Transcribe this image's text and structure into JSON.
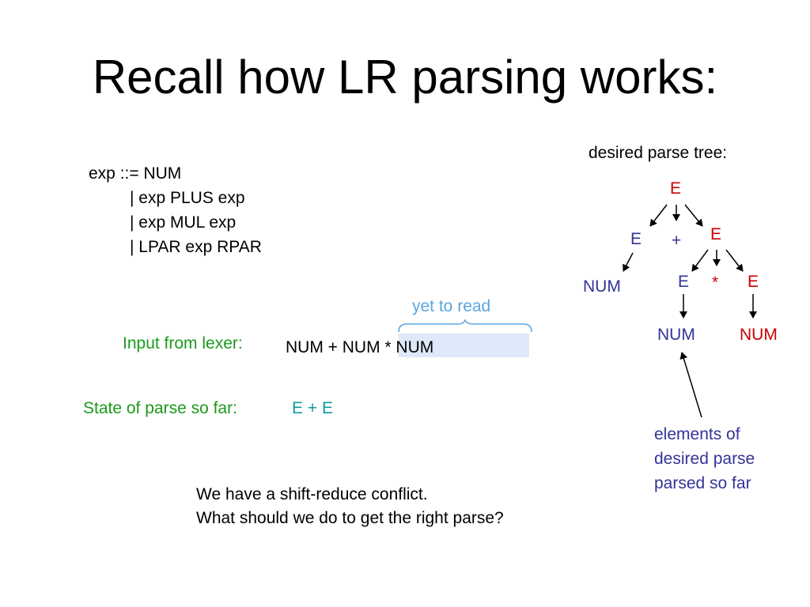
{
  "title": "Recall how LR parsing works:",
  "grammar": {
    "lines": [
      "exp ::= NUM",
      "| exp PLUS exp",
      "| exp MUL exp",
      "| LPAR exp RPAR"
    ]
  },
  "input": {
    "label": "Input from lexer:",
    "read_part": "NUM + NUM",
    "unread_part": " * NUM",
    "yet_label": "yet to read"
  },
  "state": {
    "label": "State of parse so far:",
    "value": "E + E"
  },
  "conflict": {
    "line1": "We have a shift-reduce conflict.",
    "line2": "What should we do to get the right parse?"
  },
  "tree": {
    "title": "desired parse tree:",
    "root": "E",
    "left_e": "E",
    "plus": "+",
    "right_e": "E",
    "num_left": "NUM",
    "mid_e": "E",
    "star": "*",
    "right_e2": "E",
    "num_mid": "NUM",
    "num_right": "NUM",
    "colors": {
      "pending": "#cc0000",
      "parsed": "#333399"
    }
  },
  "note": {
    "line1": "elements of",
    "line2": "desired parse",
    "line3": "parsed so far"
  }
}
